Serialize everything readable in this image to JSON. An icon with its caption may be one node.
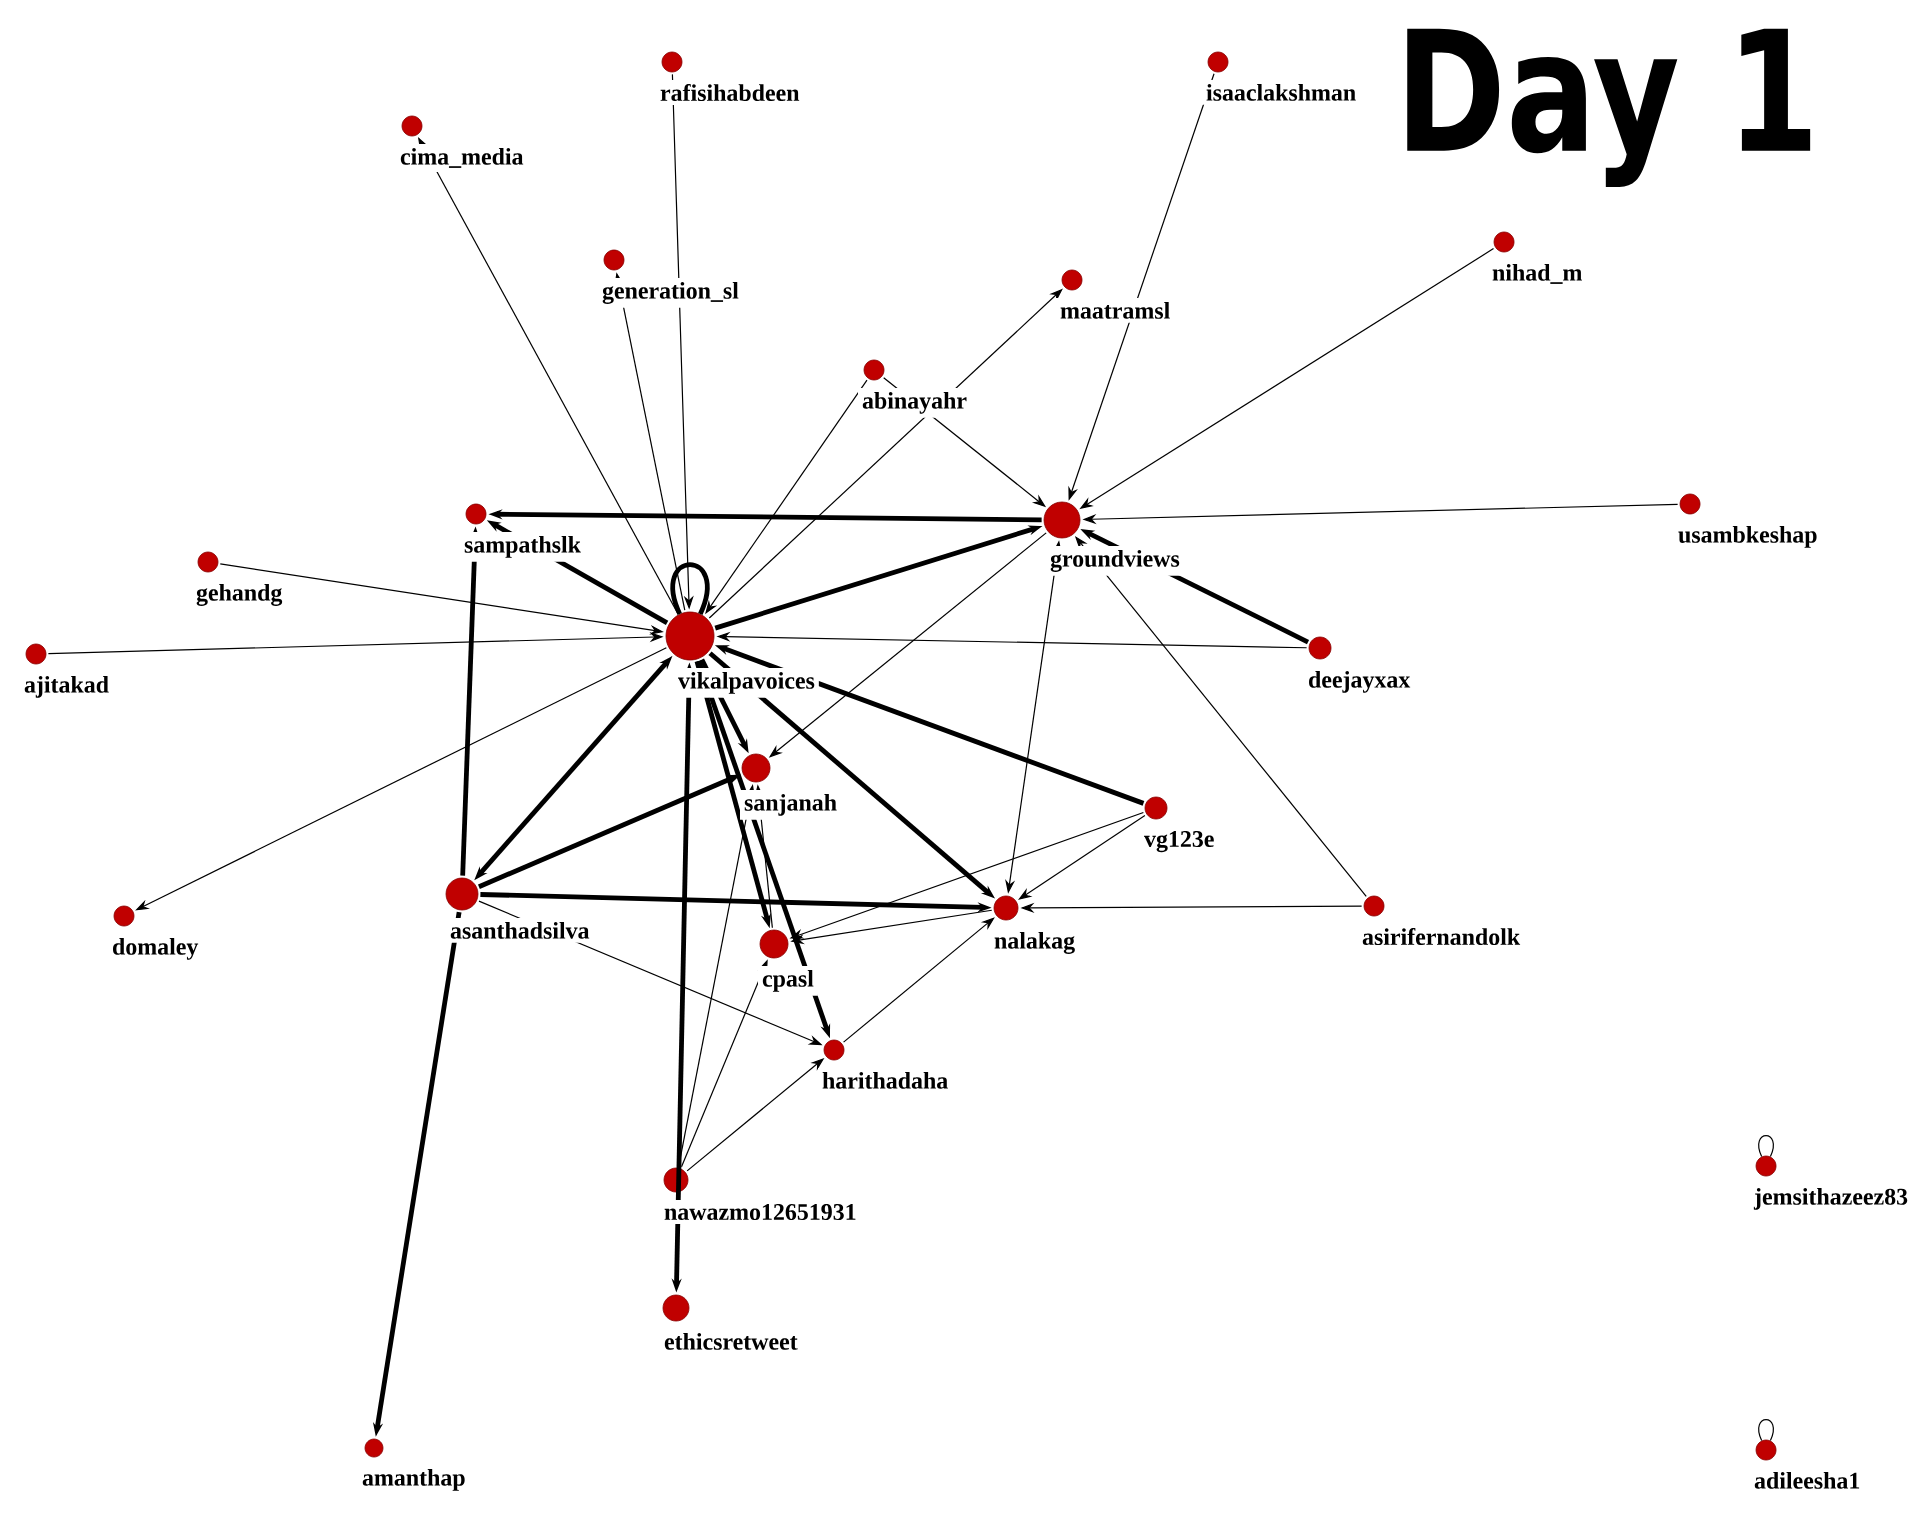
{
  "diagram": {
    "title": "Day 1",
    "nodes": [
      {
        "text": [
          "vikalpavoices"
        ]
      },
      {
        "text": [
          "groundviews"
        ]
      },
      {
        "text": [
          "sampathslk"
        ]
      },
      {
        "text": [
          "asanthadsilva"
        ]
      },
      {
        "text": [
          "sanjanah"
        ]
      },
      {
        "text": [
          "nalakag"
        ]
      },
      {
        "text": [
          "cpasl"
        ]
      },
      {
        "text": [
          "harithadaha"
        ]
      },
      {
        "text": [
          "nawazmo12651931"
        ]
      },
      {
        "text": [
          "ethicsretweet"
        ]
      },
      {
        "text": [
          "amanthap"
        ]
      },
      {
        "text": [
          "rafisihabdeen"
        ]
      },
      {
        "text": [
          "cima_media"
        ]
      },
      {
        "text": [
          "generation_sl"
        ]
      },
      {
        "text": [
          "abinayahr"
        ]
      },
      {
        "text": [
          "maatramsl"
        ]
      },
      {
        "text": [
          "isaaclakshman"
        ]
      },
      {
        "text": [
          "nihad_m"
        ]
      },
      {
        "text": [
          "usambkeshap"
        ]
      },
      {
        "text": [
          "deejayxax"
        ]
      },
      {
        "text": [
          "vg123e"
        ]
      },
      {
        "text": [
          "asirifernandolk"
        ]
      },
      {
        "text": [
          "gehandg"
        ]
      },
      {
        "text": [
          "ajitakad"
        ]
      },
      {
        "text": [
          "domaley"
        ]
      },
      {
        "text": [
          "jemsithazeez83"
        ]
      },
      {
        "text": [
          "adileesha1"
        ]
      }
    ],
    "edges": [
      {
        "from": 0,
        "to": 0,
        "arrow": "none",
        "style": "thick"
      },
      {
        "from": 25,
        "to": 25,
        "arrow": "none"
      },
      {
        "from": 26,
        "to": 26,
        "arrow": "none"
      },
      {
        "from": 11,
        "to": 0,
        "arrow": "to"
      },
      {
        "from": 0,
        "to": 12,
        "arrow": "to"
      },
      {
        "from": 0,
        "to": 13,
        "arrow": "to"
      },
      {
        "from": 14,
        "to": 0,
        "arrow": "to"
      },
      {
        "from": 0,
        "to": 15,
        "arrow": "to"
      },
      {
        "from": 14,
        "to": 1,
        "arrow": "to"
      },
      {
        "from": 16,
        "to": 1,
        "arrow": "to"
      },
      {
        "from": 17,
        "to": 1,
        "arrow": "to"
      },
      {
        "from": 18,
        "to": 1,
        "arrow": "to"
      },
      {
        "from": 19,
        "to": 1,
        "arrow": "to",
        "style": "thick"
      },
      {
        "from": 19,
        "to": 0,
        "arrow": "to"
      },
      {
        "from": 0,
        "to": 1,
        "arrow": "to",
        "style": "thick"
      },
      {
        "from": 1,
        "to": 2,
        "arrow": "to",
        "style": "thick"
      },
      {
        "from": 0,
        "to": 2,
        "arrow": "to",
        "style": "thick"
      },
      {
        "from": 3,
        "to": 2,
        "arrow": "to",
        "style": "thick"
      },
      {
        "from": 3,
        "to": 10,
        "arrow": "to",
        "style": "thick"
      },
      {
        "from": 22,
        "to": 0,
        "arrow": "to"
      },
      {
        "from": 23,
        "to": 0,
        "arrow": "to"
      },
      {
        "from": 0,
        "to": 24,
        "arrow": "to"
      },
      {
        "from": 0,
        "to": 3,
        "arrow": "both",
        "style": "thick"
      },
      {
        "from": 3,
        "to": 4,
        "arrow": "to",
        "style": "thick"
      },
      {
        "from": 3,
        "to": 5,
        "arrow": "to",
        "style": "thick"
      },
      {
        "from": 3,
        "to": 7,
        "arrow": "to"
      },
      {
        "from": 0,
        "to": 4,
        "arrow": "to",
        "style": "thick"
      },
      {
        "from": 0,
        "to": 6,
        "arrow": "to",
        "style": "thick"
      },
      {
        "from": 0,
        "to": 7,
        "arrow": "to",
        "style": "thick"
      },
      {
        "from": 0,
        "to": 5,
        "arrow": "to",
        "style": "thick"
      },
      {
        "from": 20,
        "to": 0,
        "arrow": "to",
        "style": "thick"
      },
      {
        "from": 1,
        "to": 4,
        "arrow": "to"
      },
      {
        "from": 1,
        "to": 5,
        "arrow": "both"
      },
      {
        "from": 21,
        "to": 1,
        "arrow": "to"
      },
      {
        "from": 21,
        "to": 5,
        "arrow": "to"
      },
      {
        "from": 20,
        "to": 5,
        "arrow": "to"
      },
      {
        "from": 20,
        "to": 6,
        "arrow": "to"
      },
      {
        "from": 5,
        "to": 6,
        "arrow": "to"
      },
      {
        "from": 7,
        "to": 5,
        "arrow": "to"
      },
      {
        "from": 8,
        "to": 6,
        "arrow": "to"
      },
      {
        "from": 8,
        "to": 7,
        "arrow": "to"
      },
      {
        "from": 8,
        "to": 4,
        "arrow": "to"
      },
      {
        "from": 6,
        "to": 4,
        "arrow": "to"
      },
      {
        "from": 9,
        "to": 0,
        "arrow": "both",
        "style": "thick"
      }
    ]
  }
}
